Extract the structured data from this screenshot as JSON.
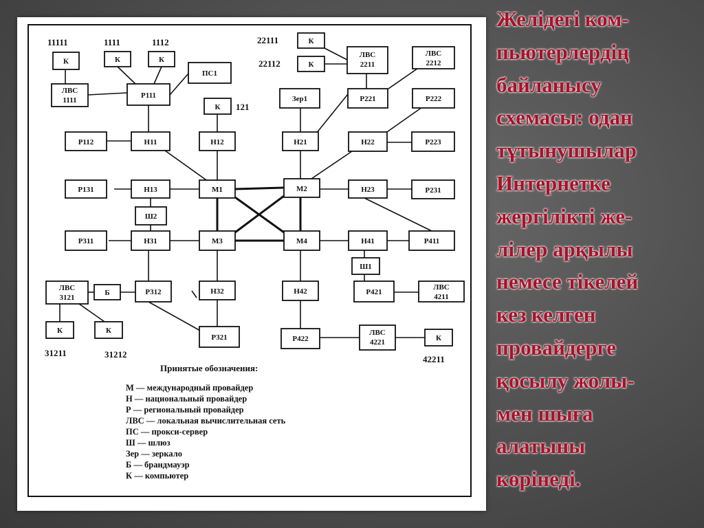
{
  "caption_lines": [
    "Желідегі ком-",
    "пьютерлердің",
    "байланысу",
    "схемасы: одан",
    "тұтынушылар",
    "Интернетке",
    "жергілікті же-",
    "лілер арқылы",
    "немесе тікелей",
    "кез келген",
    "провайдерге",
    "қосылу жолы-",
    "мен шыға",
    "алатыны",
    "көрінеді."
  ],
  "nodes": {
    "k11111": "К",
    "k1111": "К",
    "k1112": "К",
    "lvs1111_a": "ЛВС",
    "lvs1111_b": "1111",
    "p111": "Р111",
    "ps1": "ПС1",
    "k121": "К",
    "p112": "Р112",
    "n11": "Н11",
    "n12": "Н12",
    "p131": "Р131",
    "n13": "Н13",
    "m1": "М1",
    "sh2": "Ш2",
    "p311": "Р311",
    "n31": "Н31",
    "m3": "М3",
    "lvs3121_a": "ЛВС",
    "lvs3121_b": "3121",
    "b": "Б",
    "p312": "Р312",
    "n32": "Н32",
    "k31211": "К",
    "k31212": "К",
    "p321": "Р321",
    "k22111": "К",
    "k22112": "К",
    "lvs2211_a": "ЛВС",
    "lvs2211_b": "2211",
    "lvs2212_a": "ЛВС",
    "lvs2212_b": "2212",
    "zer1": "Зер1",
    "p221": "Р221",
    "p222": "Р222",
    "n21": "Н21",
    "n22": "Н22",
    "p223": "Р223",
    "m2": "М2",
    "n23": "Н23",
    "p231": "Р231",
    "m4": "М4",
    "n41": "Н41",
    "p411": "Р411",
    "sh1": "Ш1",
    "n42": "Н42",
    "p421": "Р421",
    "lvs4211_a": "ЛВС",
    "lvs4211_b": "4211",
    "p422": "Р422",
    "lvs4221_a": "ЛВС",
    "lvs4221_b": "4221",
    "k42211": "К"
  },
  "labels": {
    "n11111": "11111",
    "n1111": "1111",
    "n1112": "1112",
    "n121": "121",
    "n22111": "22111",
    "n22112": "22112",
    "n31211": "31211",
    "n31212": "31212",
    "n42211": "42211"
  },
  "legend": {
    "title": "Принятые обозначения:",
    "items": [
      "М — международный провайдер",
      "Н — национальный провайдер",
      "Р — региональный провайдер",
      "ЛВС — локальная вычислительная сеть",
      "ПС — прокси-сервер",
      "Ш — шлюз",
      "Зер — зеркало",
      "Б — брандмауэр",
      "К — компьютер"
    ]
  }
}
